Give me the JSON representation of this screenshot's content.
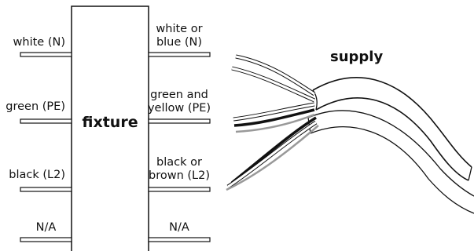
{
  "fixture": {
    "label": "fixture",
    "left_terminals": [
      "white (N)",
      "green (PE)",
      "black (L2)",
      "N/A"
    ],
    "right_terminals": [
      {
        "line1": "white or",
        "line2": "blue (N)"
      },
      {
        "line1": "green and",
        "line2": "yellow (PE)"
      },
      {
        "line1": "black or",
        "line2": "brown (L2)"
      },
      {
        "line1": "N/A",
        "line2": ""
      }
    ]
  },
  "supply": {
    "label": "supply",
    "wire_shading": [
      "white",
      "black",
      "light-gray",
      "white",
      "black"
    ]
  }
}
